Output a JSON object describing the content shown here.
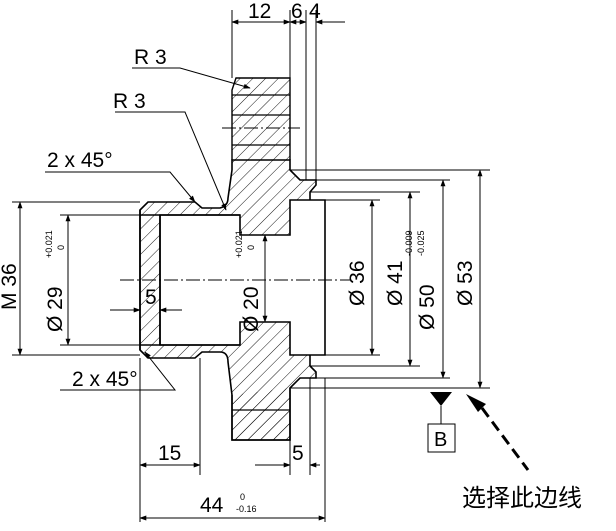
{
  "dims": {
    "top_12": "12",
    "top_6": "6",
    "top_4": "4",
    "r3_upper": "R 3",
    "r3_lower": "R 3",
    "chamfer_top": "2 x 45°",
    "chamfer_bottom": "2 x 45°",
    "m36": "M 36",
    "d29": "Ø 29",
    "d29_tol_upper": "+0.021",
    "d29_tol_lower": "0",
    "len5_left": "5",
    "d20": "Ø 20",
    "d20_tol_upper": "+0.021",
    "d20_tol_lower": "0",
    "d36": "Ø 36",
    "d41": "Ø 41",
    "d50": "Ø 50",
    "d50_tol_upper": "-0.009",
    "d50_tol_lower": "-0.025",
    "d53": "Ø 53",
    "len15": "15",
    "len5_bottom": "5",
    "len44": "44",
    "len44_tol_upper": "0",
    "len44_tol_lower": "-0.16"
  },
  "datum": {
    "label": "B"
  },
  "annotation": {
    "text": "选择此边线"
  }
}
